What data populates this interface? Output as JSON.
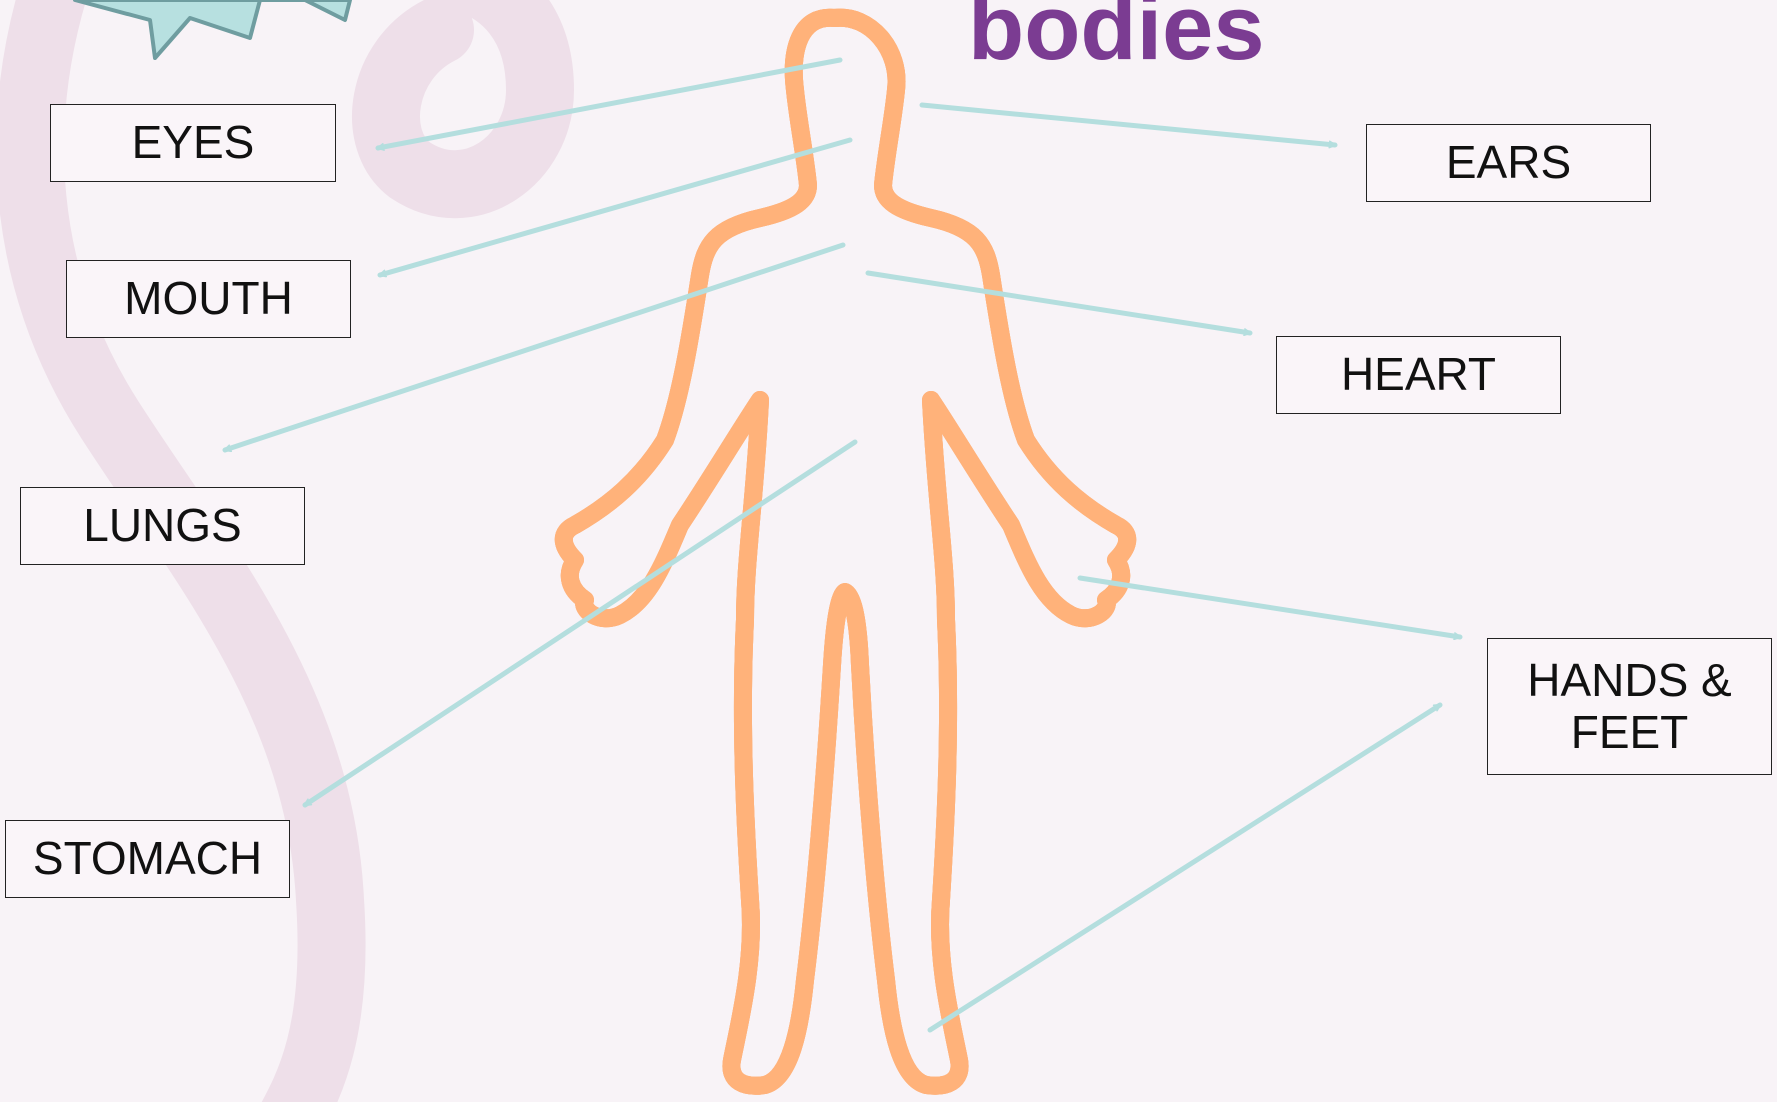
{
  "title": "bodies",
  "labels": {
    "eyes": "EYES",
    "mouth": "MOUTH",
    "lungs": "LUNGS",
    "stomach": "STOMACH",
    "ears": "EARS",
    "heart": "HEART",
    "hands_feet_line1": "HANDS &",
    "hands_feet_line2": "FEET"
  },
  "colors": {
    "title": "#7b3c92",
    "arrow": "#b4dede",
    "background": "#f8f3f7",
    "decor_swirl": "#eedfe9",
    "body_outline": "#111111",
    "body_glow_inner": "#5a4fc8",
    "body_glow_outer": "#ff8a3a",
    "star": "#b7e0e0"
  }
}
